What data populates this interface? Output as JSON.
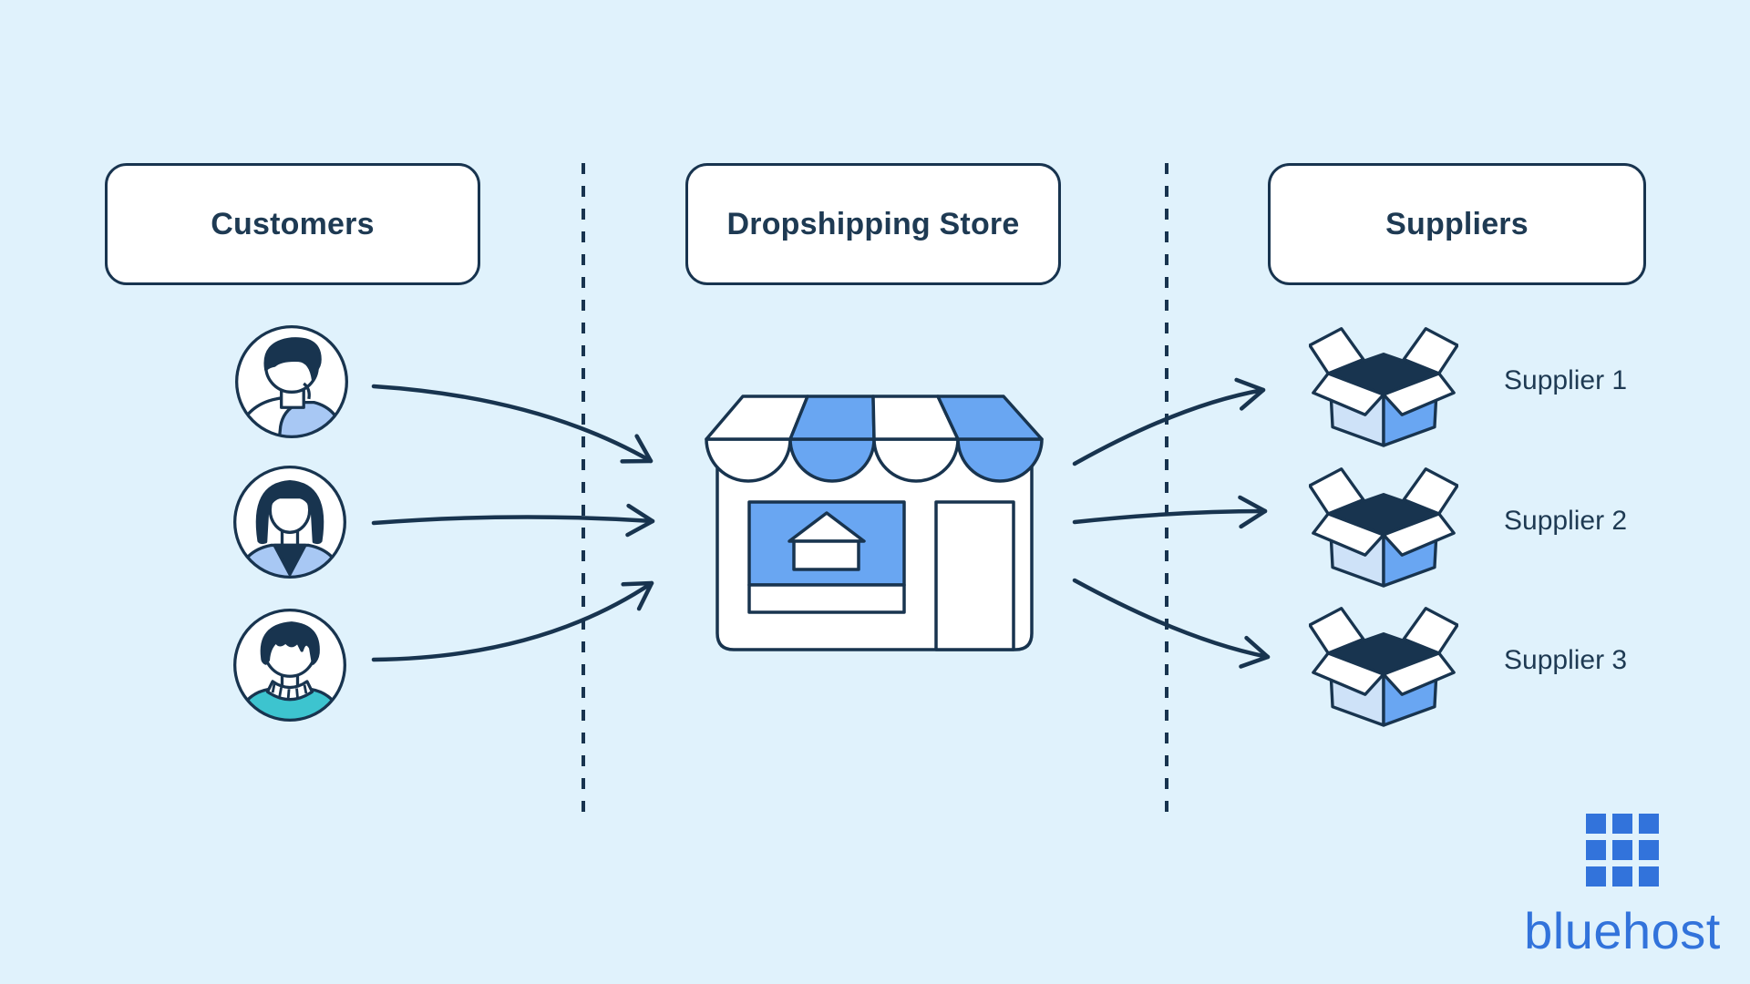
{
  "diagram": {
    "title_boxes": [
      {
        "id": "customers",
        "label": "Customers"
      },
      {
        "id": "store",
        "label": "Dropshipping Store"
      },
      {
        "id": "suppliers",
        "label": "Suppliers"
      }
    ],
    "suppliers": [
      {
        "label": "Supplier 1"
      },
      {
        "label": "Supplier 2"
      },
      {
        "label": "Supplier 3"
      }
    ],
    "icons": {
      "customer_avatars": [
        "man-avatar-icon",
        "woman-avatar-icon",
        "person-avatar-icon"
      ],
      "store": "storefront-icon",
      "supplier": "open-box-icon",
      "logo": "bluehost-grid-icon"
    },
    "logo": {
      "text": "bluehost"
    }
  },
  "colors": {
    "background": "#E0F2FC",
    "navy": "#18344F",
    "blue": "#69A6F2",
    "light_blue": "#CEE2F8",
    "jacket_blue": "#A8C8F4",
    "teal": "#3DC4CF",
    "brand_blue": "#3273DB",
    "white": "#FFFFFF"
  }
}
